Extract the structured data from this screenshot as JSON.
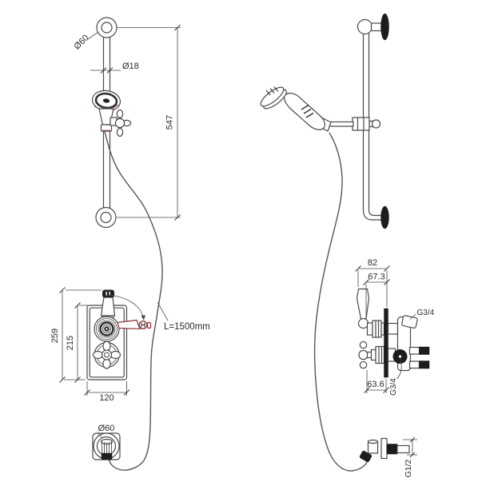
{
  "drawing": {
    "title": "shower-valve-technical-drawing",
    "colors": {
      "line": "#4a4a4a",
      "dark_fill": "#1d1d1d",
      "accent_red": "#8e3b38",
      "background": "#ffffff",
      "text": "#2b2b2b"
    },
    "left": {
      "top_mount_dia": "Ø60",
      "rail_dia": "Ø18",
      "rail_length": "547",
      "hose_length": "L=1500mm",
      "valve_height_overall": "259",
      "plate_height": "215",
      "plate_width": "120",
      "outlet_dia": "Ø60"
    },
    "right": {
      "depth_overall": "82",
      "depth_upper": "67.3",
      "top_outlet_thread": "G3/4",
      "depth_lower": "63.6",
      "inlet_thread": "G3/4",
      "wall_outlet_thread": "G1/2"
    }
  }
}
